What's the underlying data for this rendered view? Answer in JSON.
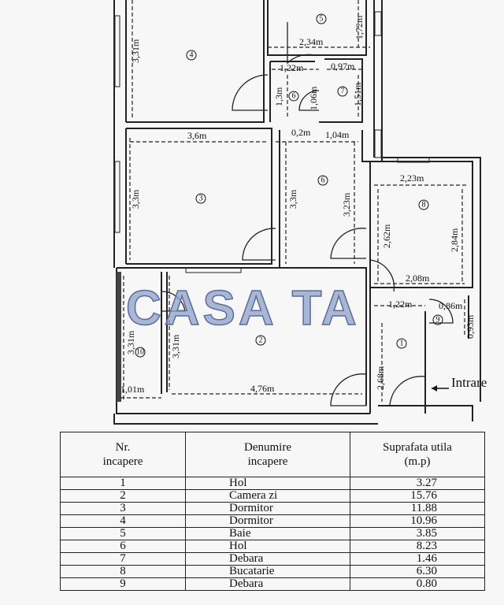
{
  "plan": {
    "rooms": [
      "1",
      "2",
      "3",
      "4",
      "5",
      "6",
      "6",
      "7",
      "8",
      "9",
      "10"
    ],
    "dims": {
      "r4_h": "3,31m",
      "r5_h": "1,72m",
      "r5_w": "2,34m",
      "r6_w": "1,22m",
      "r7_w": "0,97m",
      "r6_h": "1,3m",
      "r6b_h": "1,06m",
      "r7_h": "1,51m",
      "gap": "0,2m",
      "r6_w2": "1,04m",
      "r3_w": "3,6m",
      "r3_h": "3,3m",
      "r6_h2": "3,3m",
      "r6_h3": "3,23m",
      "r8_w": "2,23m",
      "r8_h1": "2,62m",
      "r8_h2": "2,84m",
      "r8_w2": "2,08m",
      "r1_w": "1,22m",
      "r9_w": "0,86m",
      "r9_h": "0,93m",
      "r10_h": "3,31m",
      "r2_h": "3,31m",
      "r1_h": "2,68m",
      "r10_w": "1,01m",
      "r2_w": "4,76m"
    },
    "entrance": "Intrare",
    "watermark": "CASA TA"
  },
  "table": {
    "headers": [
      "Nr.\nincapere",
      "Denumire\nincapere",
      "Suprafata utila\n(m.p)"
    ],
    "rows": [
      {
        "nr": "1",
        "name": "Hol",
        "area": "3.27"
      },
      {
        "nr": "2",
        "name": "Camera zi",
        "area": "15.76"
      },
      {
        "nr": "3",
        "name": "Dormitor",
        "area": "11.88"
      },
      {
        "nr": "4",
        "name": "Dormitor",
        "area": "10.96"
      },
      {
        "nr": "5",
        "name": "Baie",
        "area": "3.85"
      },
      {
        "nr": "6",
        "name": "Hol",
        "area": "8.23"
      },
      {
        "nr": "7",
        "name": "Debara",
        "area": "1.46"
      },
      {
        "nr": "8",
        "name": "Bucatarie",
        "area": "6.30"
      },
      {
        "nr": "9",
        "name": "Debara",
        "area": "0.80"
      }
    ]
  }
}
